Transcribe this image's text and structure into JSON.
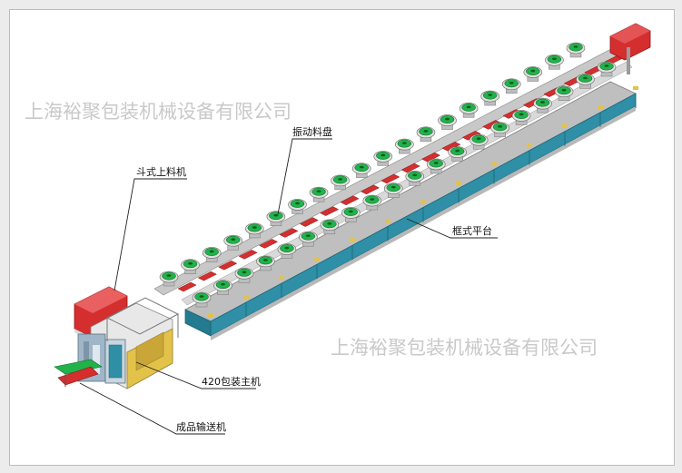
{
  "watermark": {
    "text": "上海裕聚包装机械设备有限公司",
    "color": "#c9c9c9"
  },
  "labels": {
    "bowl_feeder": "振动料盘",
    "bucket_elevator": "斗式上料机",
    "frame_platform": "框式平台",
    "packaging_machine": "420包装主机",
    "output_conveyor": "成品输送机"
  },
  "colors": {
    "platform_blue": "#2e8fa6",
    "bowl_green": "#22b24a",
    "machine_red": "#d42e2e",
    "steel_gray": "#b9b9b9",
    "feeder_yellow": "#e3c24a"
  }
}
